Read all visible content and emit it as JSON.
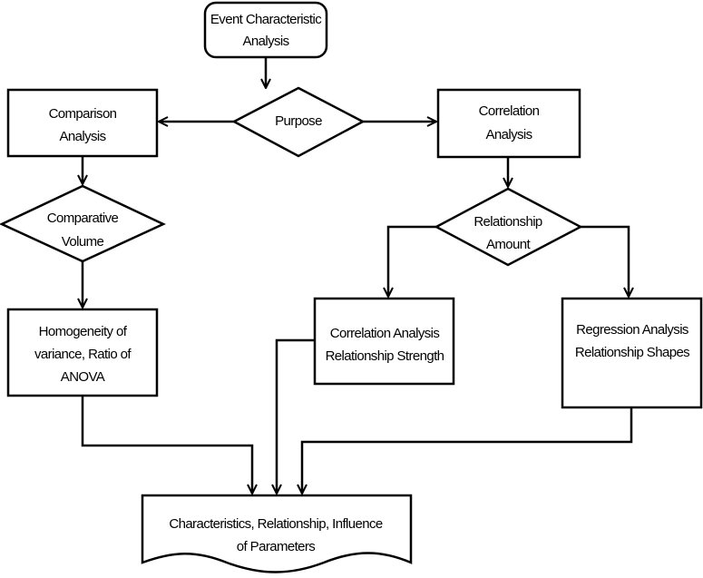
{
  "nodes": {
    "start": {
      "lines": [
        "Event Characteristic",
        "Analysis"
      ]
    },
    "purpose": {
      "lines": [
        "Purpose"
      ]
    },
    "comparison": {
      "lines": [
        "Comparison",
        "Analysis"
      ]
    },
    "correlation": {
      "lines": [
        "Correlation",
        "Analysis"
      ]
    },
    "comparative_volume": {
      "lines": [
        "Comparative",
        "Volume"
      ]
    },
    "relationship_amount": {
      "lines": [
        "Relationship",
        "Amount"
      ]
    },
    "homogeneity": {
      "lines": [
        "Homogeneity of",
        "variance, Ratio of",
        "ANOVA"
      ]
    },
    "correlation_strength": {
      "lines": [
        "Correlation Analysis",
        "Relationship Strength"
      ]
    },
    "regression_shapes": {
      "lines": [
        "Regression Analysis",
        "Relationship Shapes"
      ]
    },
    "output": {
      "lines": [
        "Characteristics, Relationship, Influence",
        "of Parameters"
      ]
    }
  }
}
